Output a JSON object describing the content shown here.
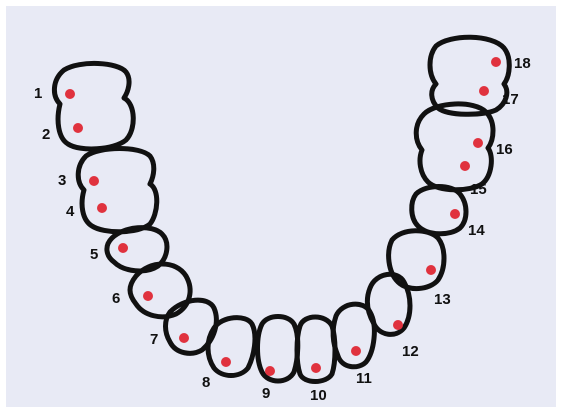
{
  "colors": {
    "background": "#E8EAF5",
    "outline": "#111111",
    "marker": "#E0323E"
  },
  "diagram": {
    "type": "dental-arch-with-numbered-points",
    "labels": [
      "1",
      "2",
      "3",
      "4",
      "5",
      "6",
      "7",
      "8",
      "9",
      "10",
      "11",
      "12",
      "13",
      "14",
      "15",
      "16",
      "17",
      "18"
    ]
  }
}
